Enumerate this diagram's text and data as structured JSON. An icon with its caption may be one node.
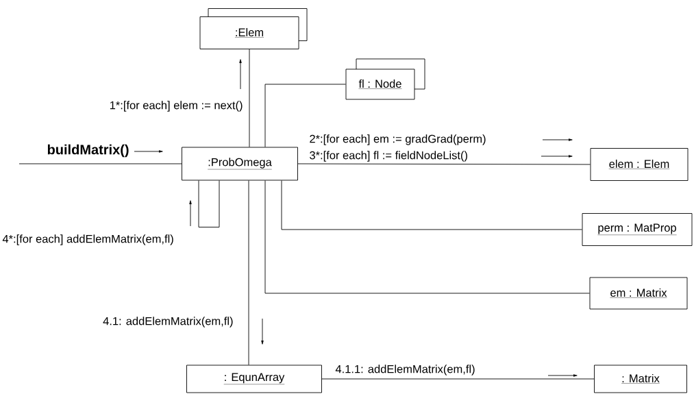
{
  "diagram": {
    "nodes": [
      {
        "text": [
          ":Elem"
        ]
      },
      {
        "text": [
          "fl : Node"
        ]
      },
      {
        "text": [
          ":ProbOmega"
        ]
      },
      {
        "text": [
          "elem : Elem"
        ]
      },
      {
        "text": [
          "perm : MatProp"
        ]
      },
      {
        "text": [
          "em : Matrix"
        ]
      },
      {
        "text": [
          ": EqunArray"
        ]
      },
      {
        "text": [
          ": Matrix"
        ]
      }
    ],
    "edges": [
      {
        "from": null,
        "to": 2,
        "arrow": "none",
        "label": "buildMatrix()"
      },
      {
        "from": 2,
        "to": 0,
        "arrow": "none",
        "label": "1*:[for each] elem := next()"
      },
      {
        "from": 2,
        "to": 1,
        "arrow": "none"
      },
      {
        "from": 2,
        "to": 3,
        "arrow": "none",
        "label": "2*:[for each] em := gradGrad(perm)"
      },
      {
        "from": 2,
        "to": 2,
        "arrow": "none",
        "label": "4*:[for each] addElemMatrix(em,fl)"
      },
      {
        "from": 2,
        "to": 4,
        "arrow": "none"
      },
      {
        "from": 2,
        "to": 5,
        "arrow": "none"
      },
      {
        "from": 2,
        "to": 6,
        "arrow": "none",
        "label": "4.1: addElemMatrix(em,fl)"
      },
      {
        "from": 6,
        "to": 7,
        "arrow": "none",
        "label": "4.1.1: addElemMatrix(em,fl)"
      }
    ],
    "labels": [
      "3*:[for each] fl := fieldNodeList()"
    ]
  }
}
